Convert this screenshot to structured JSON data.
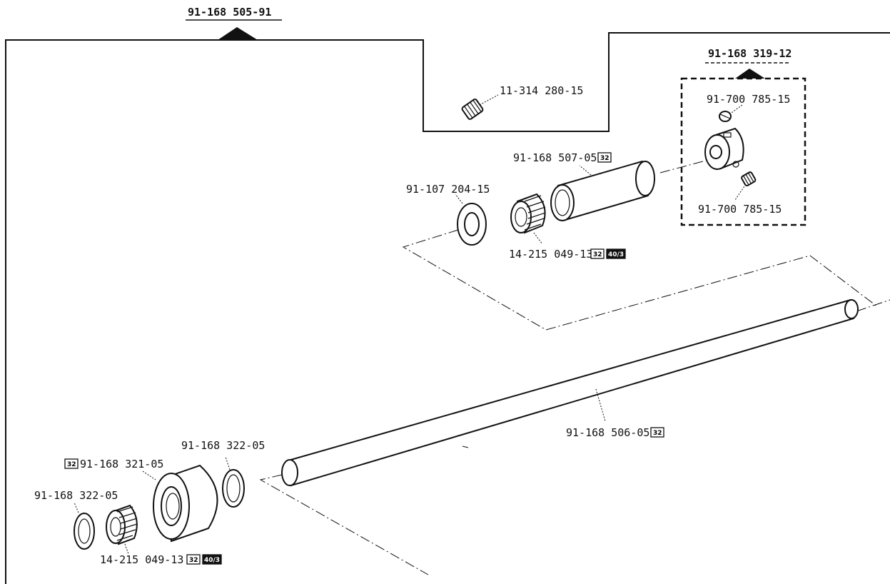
{
  "assembly": {
    "main_number": "91-168 505-91",
    "sub_number": "91-168 319-12"
  },
  "parts": {
    "set_screw_top": "11-314 280-15",
    "screw_upper": "91-700 785-15",
    "screw_lower": "91-700 785-15",
    "sleeve": "91-168 507-05",
    "washer_upper": "91-107 204-15",
    "bearing_upper": "14-215 049-13",
    "shaft": "91-168 506-05",
    "ring_right": "91-168 322-05",
    "roller": "91-168 321-05",
    "ring_left": "91-168 322-05",
    "bearing_lower": "14-215 049-13"
  },
  "markers": {
    "a": "32",
    "b": "40/3"
  }
}
